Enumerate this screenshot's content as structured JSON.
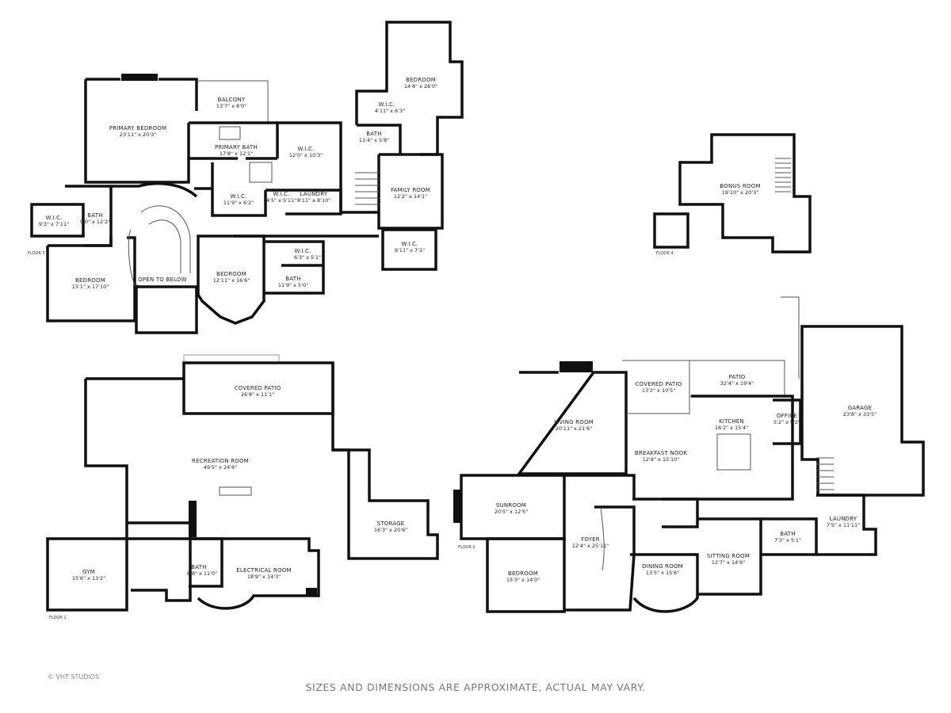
{
  "floors": [
    {
      "label": "FLOOR 3"
    },
    {
      "label": "FLOOR 4"
    },
    {
      "label": "FLOOR 1"
    },
    {
      "label": "FLOOR 2"
    }
  ],
  "rooms": [
    {
      "name": "PRIMARY BEDROOM",
      "dims": "23'11\" x 20'3\""
    },
    {
      "name": "BALCONY",
      "dims": "13'7\" x 8'0\""
    },
    {
      "name": "PRIMARY BATH",
      "dims": "17'8\" x 12'1\""
    },
    {
      "name": "W.I.C.",
      "dims": "12'0\" x 10'3\""
    },
    {
      "name": "W.I.C.",
      "dims": "4'11\" x 6'3\""
    },
    {
      "name": "BATH",
      "dims": "11'4\" x 5'8\""
    },
    {
      "name": "BEDROOM",
      "dims": "14'4\" x 26'0\""
    },
    {
      "name": "FAMILY ROOM",
      "dims": "12'2\" x 14'1\""
    },
    {
      "name": "W.I.C.",
      "dims": "9'11\" x 7'1\""
    },
    {
      "name": "W.I.C.",
      "dims": "11'9\" x 6'2\""
    },
    {
      "name": "W.I.C.",
      "dims": "4'5\" x 5'11\""
    },
    {
      "name": "LAUNDRY",
      "dims": "8'11\" x 8'10\""
    },
    {
      "name": "W.I.C.",
      "dims": "9'3\" x 7'11\""
    },
    {
      "name": "BATH",
      "dims": "9'0\" x 12'2\""
    },
    {
      "name": "BEDROOM",
      "dims": "15'1\" x 17'10\""
    },
    {
      "name": "OPEN TO BELOW",
      "dims": ""
    },
    {
      "name": "BEDROOM",
      "dims": "12'11\" x 16'6\""
    },
    {
      "name": "W.I.C.",
      "dims": "6'3\" x 5'1\""
    },
    {
      "name": "BATH",
      "dims": "11'9\" x 5'0\""
    },
    {
      "name": "BONUS ROOM",
      "dims": "19'10\" x 20'3\""
    },
    {
      "name": "COVERED PATIO",
      "dims": "26'8\" x 11'1\""
    },
    {
      "name": "RECREATION ROOM",
      "dims": "49'5\" x 24'6\""
    },
    {
      "name": "STORAGE",
      "dims": "16'3\" x 20'6\""
    },
    {
      "name": "GYM",
      "dims": "15'6\" x 13'2\""
    },
    {
      "name": "BATH",
      "dims": "8'8\" x 11'0\""
    },
    {
      "name": "ELECTRICAL ROOM",
      "dims": "18'9\" x 14'3\""
    },
    {
      "name": "LIVING ROOM",
      "dims": "20'11\" x 21'6\""
    },
    {
      "name": "COVERED PATIO",
      "dims": "13'2\" x 10'5\""
    },
    {
      "name": "PATIO",
      "dims": "32'4\" x 19'4\""
    },
    {
      "name": "GARAGE",
      "dims": "23'8\" x 33'5\""
    },
    {
      "name": "KITCHEN",
      "dims": "16'2\" x 15'4\""
    },
    {
      "name": "OFFICE",
      "dims": "5'2\" x 9'2\""
    },
    {
      "name": "BREAKFAST NOOK",
      "dims": "12'4\" x 15'10\""
    },
    {
      "name": "SUNROOM",
      "dims": "20'5\" x 12'5\""
    },
    {
      "name": "FOYER",
      "dims": "12'4\" x 25'11\""
    },
    {
      "name": "BEDROOM",
      "dims": "15'3\" x 14'0\""
    },
    {
      "name": "DINING ROOM",
      "dims": "13'5\" x 15'6\""
    },
    {
      "name": "SITTING ROOM",
      "dims": "12'7\" x 14'9\""
    },
    {
      "name": "BATH",
      "dims": "7'3\" x 5'1\""
    },
    {
      "name": "LAUNDRY",
      "dims": "7'5\" x 11'11\""
    }
  ],
  "copyright": "© VHT STUDIOS",
  "disclaimer": "SIZES AND DIMENSIONS ARE APPROXIMATE, ACTUAL MAY VARY."
}
